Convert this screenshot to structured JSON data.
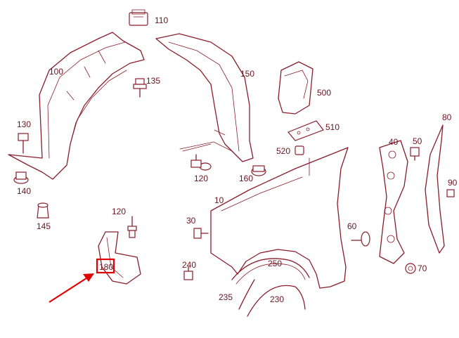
{
  "callouts": {
    "c10": "10",
    "c30": "30",
    "c40": "40",
    "c50": "50",
    "c60": "60",
    "c70": "70",
    "c80": "80",
    "c90": "90",
    "c100": "100",
    "c110": "110",
    "c120a": "120",
    "c120b": "120",
    "c130": "130",
    "c135": "135",
    "c140": "140",
    "c145": "145",
    "c150": "150",
    "c160": "160",
    "c180": "180",
    "c230": "230",
    "c235": "235",
    "c240": "240",
    "c250": "250",
    "c500": "500",
    "c510": "510",
    "c520": "520"
  },
  "highlight": {
    "part": "180",
    "color": "#e00000"
  },
  "colors": {
    "line": "#8a1d2b",
    "label": "#6b1420"
  }
}
